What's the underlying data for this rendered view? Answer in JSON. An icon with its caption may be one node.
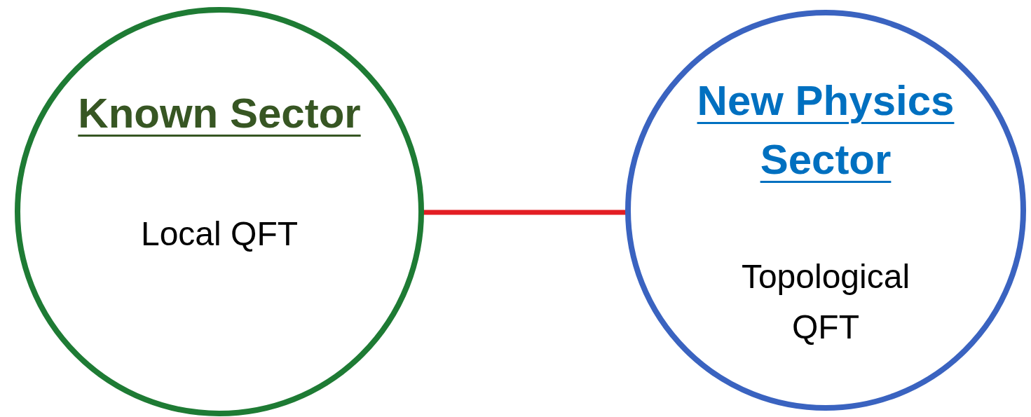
{
  "diagram": {
    "nodes": [
      {
        "text": [
          "Known Sector",
          "Local QFT"
        ]
      },
      {
        "text": [
          "New Physics Sector",
          "Topological QFT"
        ]
      }
    ],
    "edges": [
      {
        "from": 0,
        "to": 1,
        "arrow": "none",
        "color": "#e31e24"
      }
    ]
  }
}
